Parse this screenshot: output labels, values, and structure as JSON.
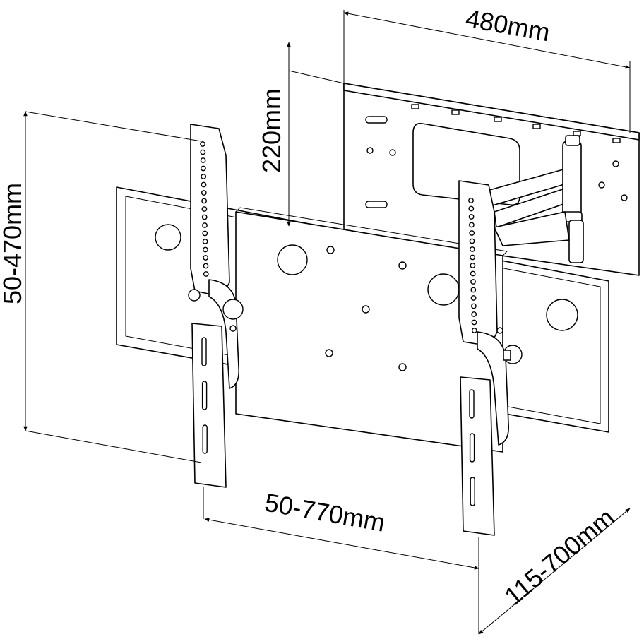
{
  "dimensions": {
    "width_label": "480mm",
    "depth_offset_label": "220mm",
    "vertical_label": "50-470mm",
    "horizontal_label": "50-770mm",
    "extension_label": "115-700mm"
  }
}
